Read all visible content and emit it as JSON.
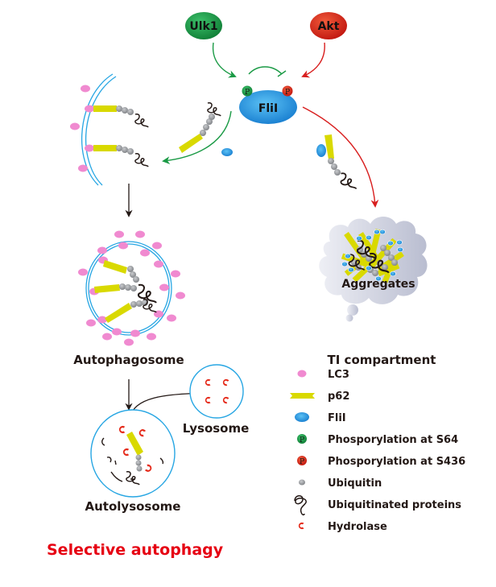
{
  "nodes": {
    "ulk1": "Ulk1",
    "akt": "Akt",
    "flii": "FliI",
    "phospho_symbol": "P"
  },
  "labels": {
    "autophagosome": "Autophagosome",
    "ti_compartment": "TI compartment",
    "aggregates": "Aggregates",
    "lysosome": "Lysosome",
    "autolysosome": "Autolysosome"
  },
  "title": "Selective autophagy",
  "legend": [
    {
      "icon": "lc3-dot-icon",
      "label": "LC3"
    },
    {
      "icon": "p62-bar-icon",
      "label": "p62"
    },
    {
      "icon": "flii-ellipse-icon",
      "label": "FliI"
    },
    {
      "icon": "phospho-s64-icon",
      "label": "Phosporylation at S64"
    },
    {
      "icon": "phospho-s436-icon",
      "label": "Phosporylation at S436"
    },
    {
      "icon": "ubiquitin-icon",
      "label": "Ubiquitin"
    },
    {
      "icon": "ubiquitinated-protein-icon",
      "label": "Ubiquitinated proteins"
    },
    {
      "icon": "hydrolase-icon",
      "label": "Hydrolase"
    }
  ],
  "colors": {
    "ulk1": "#1a9a45",
    "akt": "#d42a1e",
    "flii": "#1b8ad6",
    "lc3": "#f08ad0",
    "p62": "#d9d900",
    "ubiquitin": "#8f9296",
    "membrane": "#27a6e3",
    "hydrolase": "#e52b1b",
    "green_arrow": "#1a9a45",
    "red_arrow": "#d81e1e",
    "title": "#e60012",
    "text": "#231815",
    "cloud": "#c9ccdb"
  }
}
